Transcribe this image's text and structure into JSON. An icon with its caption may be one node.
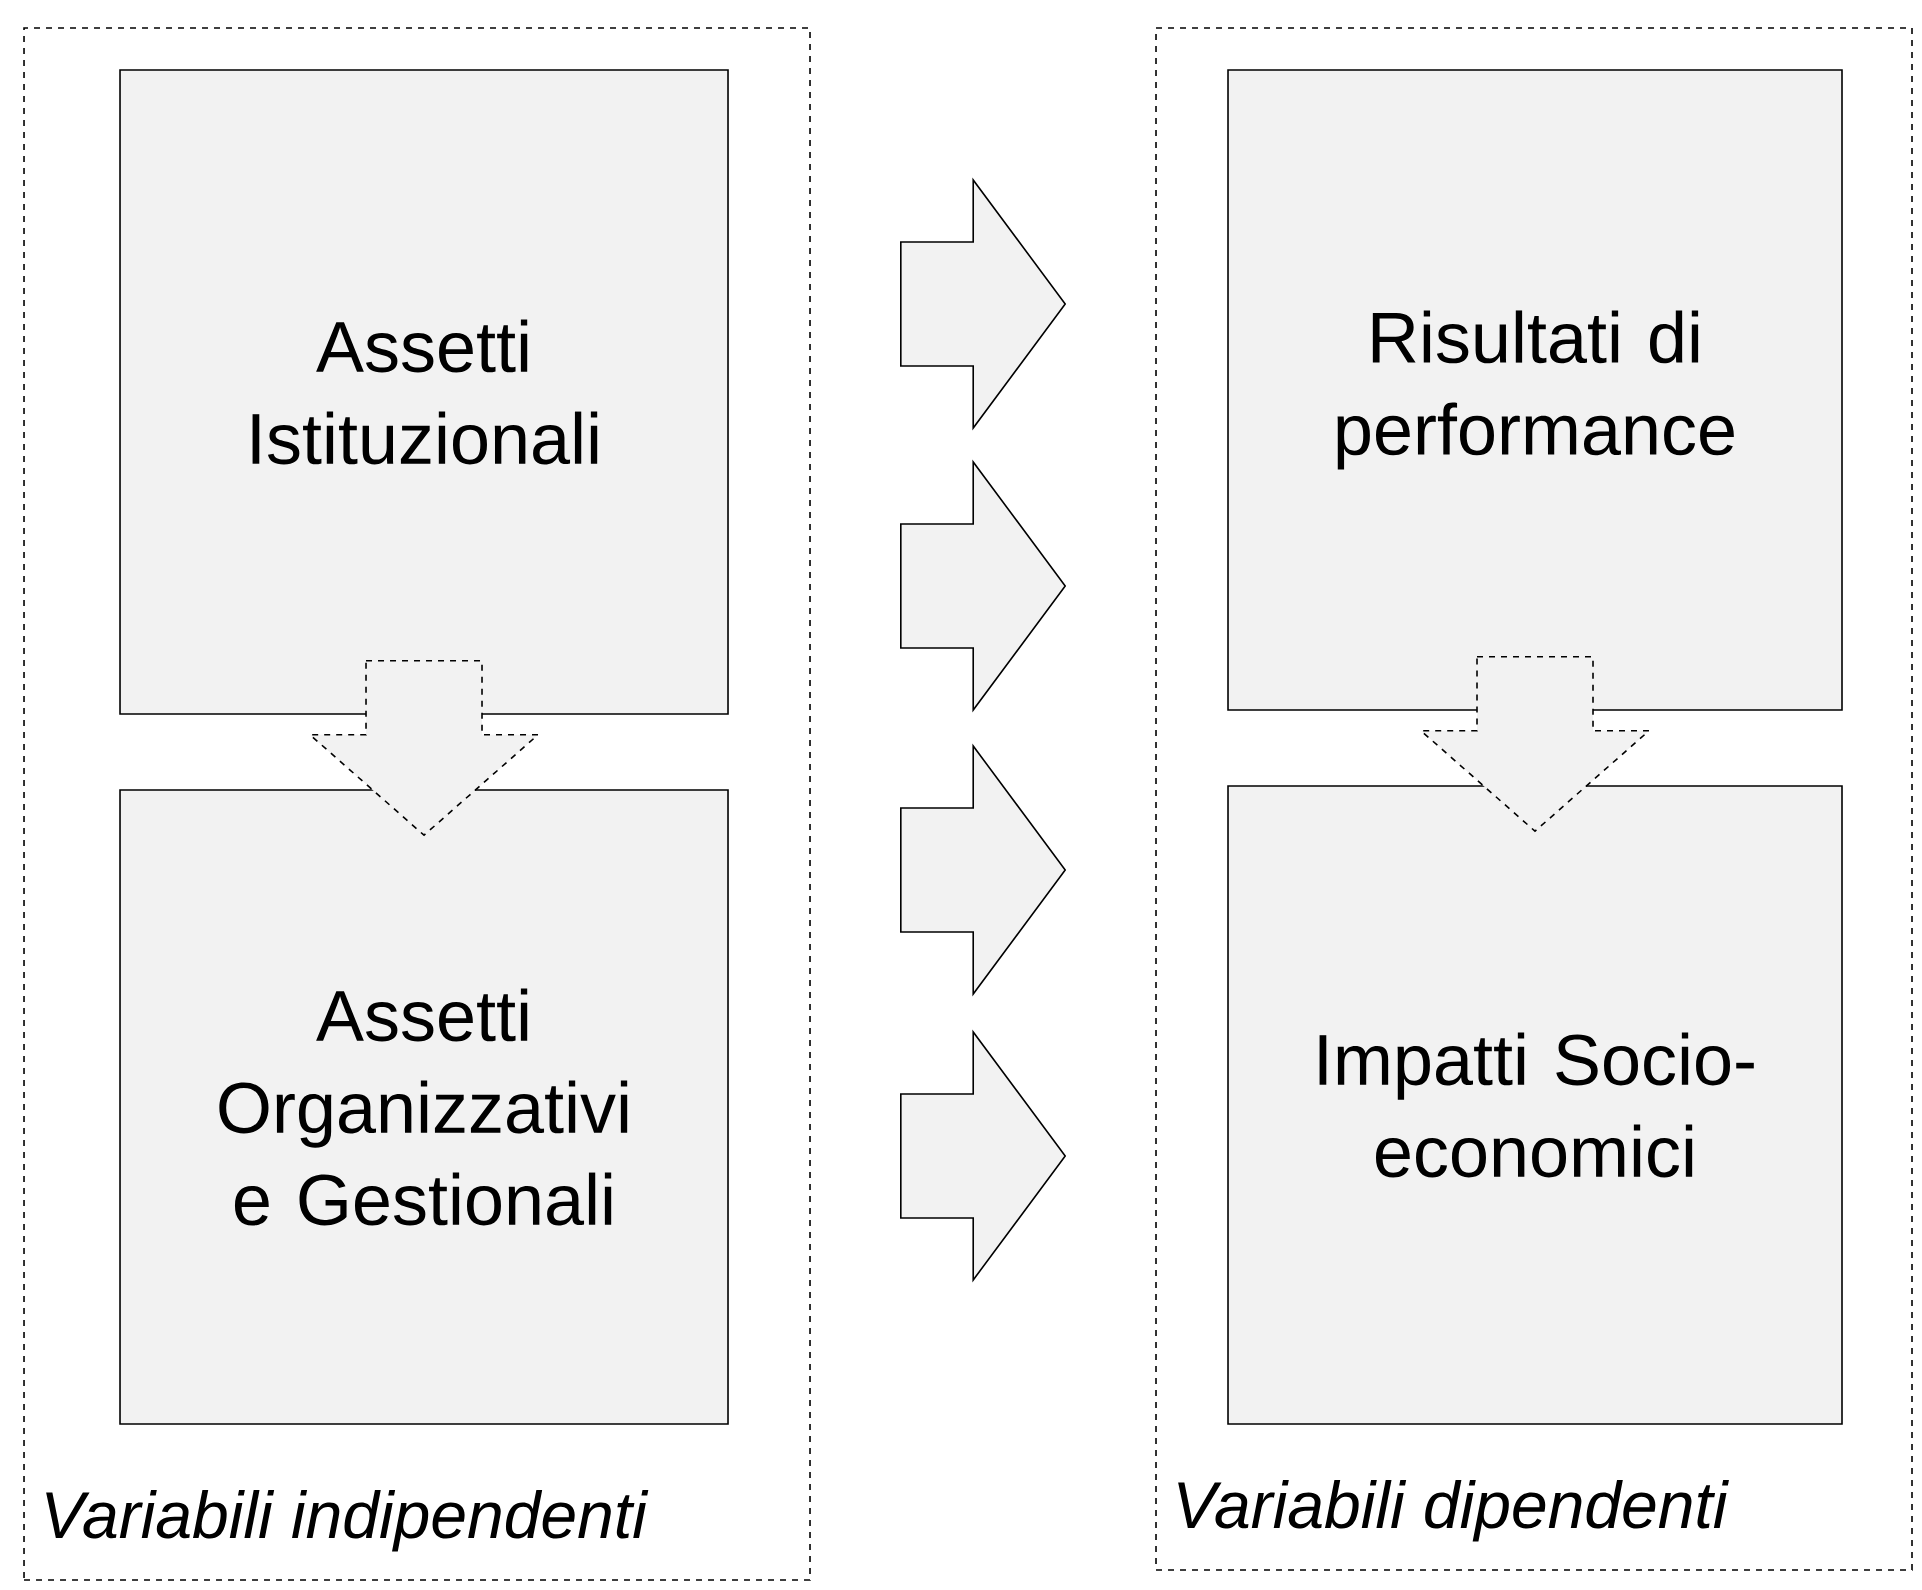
{
  "diagram": {
    "nodes": [
      {
        "text": [
          "Variabili indipendenti"
        ]
      },
      {
        "text": [
          "Assetti Istituzionali"
        ],
        "in": 0
      },
      {
        "text": [
          "Assetti Organizzativi e Gestionali"
        ],
        "in": 0
      },
      {
        "text": [
          "Variabili dipendenti"
        ]
      },
      {
        "text": [
          "Risultati di performance"
        ],
        "in": 3
      },
      {
        "text": [
          "Impatti Socio-economici"
        ],
        "in": 3
      }
    ],
    "edges": [
      {
        "from": 1,
        "to": 2,
        "arrow": "to",
        "style": "dashed"
      },
      {
        "from": 4,
        "to": 5,
        "arrow": "to",
        "style": "dashed"
      },
      {
        "from": 0,
        "to": 3,
        "arrow": "to"
      },
      {
        "from": 0,
        "to": 3,
        "arrow": "to"
      },
      {
        "from": 0,
        "to": 3,
        "arrow": "to"
      },
      {
        "from": 0,
        "to": 3,
        "arrow": "to"
      }
    ]
  }
}
